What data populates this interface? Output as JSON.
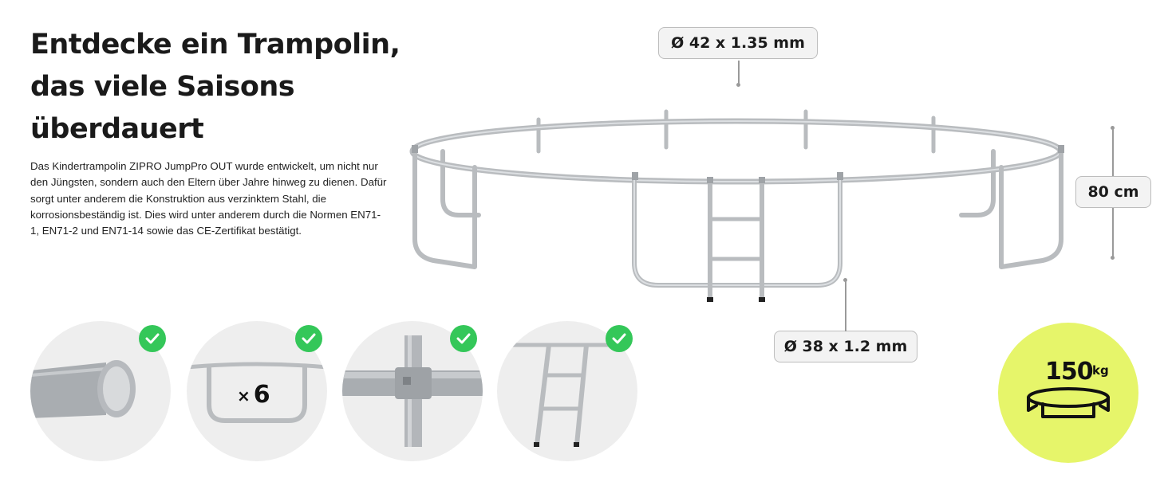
{
  "headline": {
    "line1": "Entdecke ein Trampolin,",
    "line2": "das viele Saisons",
    "line3": "überdauert"
  },
  "description": "Das Kindertrampolin ZIPRO JumpPro OUT wurde entwickelt, um nicht nur den Jüngsten, sondern auch den Eltern über Jahre hinweg zu dienen. Dafür sorgt unter anderem die Konstruktion aus verzinktem Stahl, die korrosionsbeständig ist. Dies wird unter anderem durch die Normen EN71-1, EN71-2 und EN71-14 sowie das CE-Zertifikat bestätigt.",
  "dimensions": {
    "top_tube": "Ø 42 x 1.35 mm",
    "leg_tube": "Ø 38 x 1.2 mm",
    "height": "80 cm"
  },
  "features": {
    "leg_count": "6",
    "multiply_sign": "×"
  },
  "load_badge": {
    "value": "150",
    "unit": "kg"
  },
  "colors": {
    "check": "#34c759",
    "badge": "#e6f56a",
    "frame": "#b9bcbf"
  },
  "icons": [
    "check-icon",
    "tube-icon",
    "u-leg-icon",
    "connector-icon",
    "ladder-icon",
    "trampoline-icon"
  ]
}
